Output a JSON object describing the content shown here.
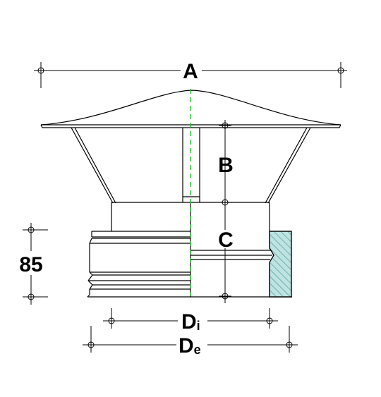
{
  "labels": {
    "A": "A",
    "B": "B",
    "C": "C",
    "height": "85",
    "Di_main": "D",
    "Di_sub": "i",
    "De_main": "D",
    "De_sub": "e"
  }
}
